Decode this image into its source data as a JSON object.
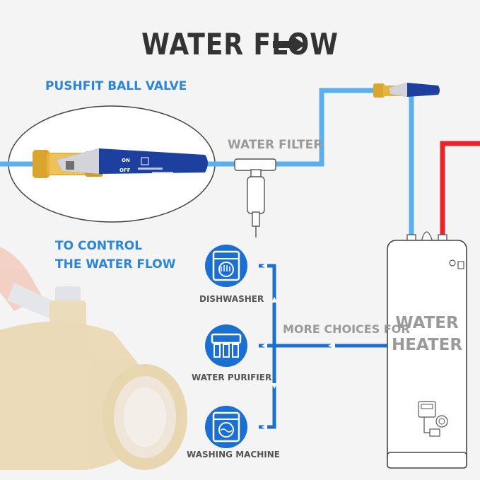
{
  "title": "WATER FLOW",
  "labels": {
    "valve_title": "PUSHFIT BALL VALVE",
    "filter": "WATER FILTER",
    "control_line1": "TO CONTROL",
    "control_line2": "THE WATER FLOW",
    "more_choices": "MORE CHOICES FOR",
    "heater_line1": "WATER",
    "heater_line2": "HEATER"
  },
  "appliances": [
    "DISHWASHER",
    "WATER PURIFIER",
    "WASHING MACHINE"
  ],
  "valve_markings": {
    "on": "ON",
    "off": "OFF"
  },
  "colors": {
    "cold_pipe": "#5aafec",
    "hot_pipe": "#e8232a",
    "branch_pipe": "#1b6fd0",
    "handle": "#1d3f9e",
    "brass": "#d9a52e",
    "text_dark": "#333333",
    "text_blue": "#2b86d8"
  }
}
